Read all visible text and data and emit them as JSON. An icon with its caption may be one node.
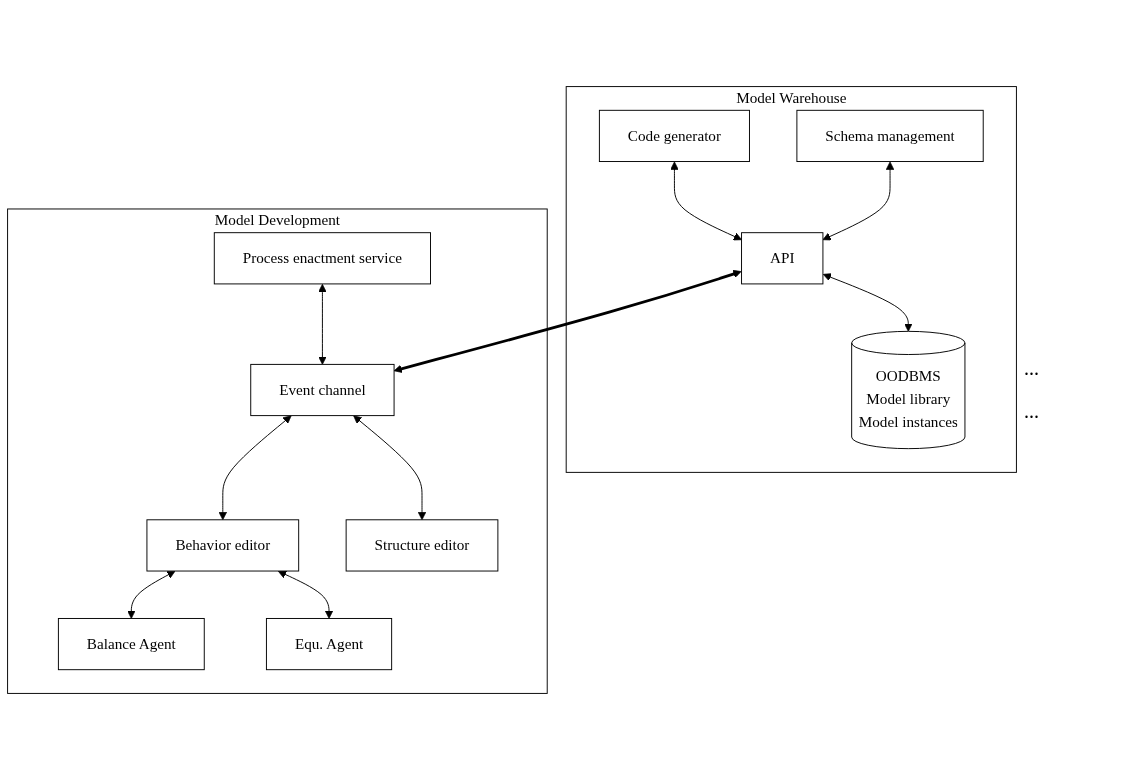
{
  "diagram": {
    "nodes": [
      {
        "text": [
          "Model Warehouse"
        ]
      },
      {
        "text": [
          "Code generator"
        ],
        "in": 0
      },
      {
        "text": [
          "Schema management"
        ],
        "in": 0
      },
      {
        "text": [
          "API"
        ],
        "in": 0
      },
      {
        "text": [
          "OODBMS",
          "Model library",
          "Model instances"
        ],
        "in": 0
      },
      {
        "text": [
          "Model Development"
        ]
      },
      {
        "text": [
          "Process enactment service"
        ],
        "in": 5
      },
      {
        "text": [
          "Event channel"
        ],
        "in": 5
      },
      {
        "text": [
          "Behavior editor"
        ],
        "in": 5
      },
      {
        "text": [
          "Structure editor"
        ],
        "in": 5
      },
      {
        "text": [
          "Balance Agent"
        ],
        "in": 5
      },
      {
        "text": [
          "Equ. Agent"
        ],
        "in": 5
      }
    ],
    "edges": [
      {
        "from": 1,
        "to": 3,
        "arrow": "both"
      },
      {
        "from": 2,
        "to": 3,
        "arrow": "both"
      },
      {
        "from": 3,
        "to": 4,
        "arrow": "both"
      },
      {
        "from": 3,
        "to": 7,
        "arrow": "both",
        "style": "thick"
      },
      {
        "from": 6,
        "to": 7,
        "arrow": "both"
      },
      {
        "from": 7,
        "to": 8,
        "arrow": "both"
      },
      {
        "from": 7,
        "to": 9,
        "arrow": "both"
      },
      {
        "from": 8,
        "to": 10,
        "arrow": "both"
      },
      {
        "from": 8,
        "to": 11,
        "arrow": "both"
      }
    ],
    "labels": [
      "...",
      "..."
    ]
  }
}
